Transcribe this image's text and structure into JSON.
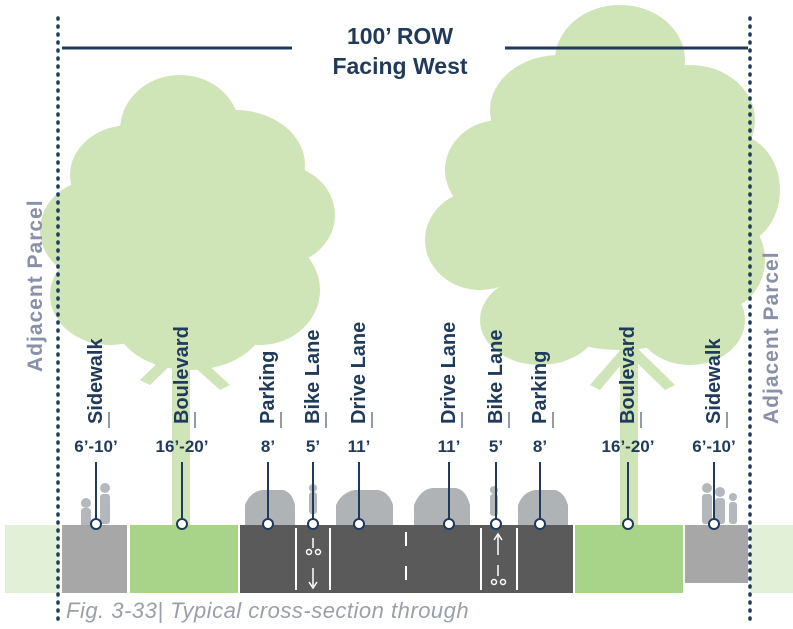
{
  "title_line1": "100’ ROW",
  "title_line2": "Facing West",
  "adjacent_left": "Adjacent Parcel",
  "adjacent_right": "Adjacent Parcel",
  "zones": [
    {
      "name": "Sidewalk",
      "width": "6’-10’"
    },
    {
      "name": "Boulevard",
      "width": "16’-20’"
    },
    {
      "name": "Parking",
      "width": "8’"
    },
    {
      "name": "Bike Lane",
      "width": "5’"
    },
    {
      "name": "Drive Lane",
      "width": "11’"
    },
    {
      "name": "Drive Lane",
      "width": "11’"
    },
    {
      "name": "Bike Lane",
      "width": "5’"
    },
    {
      "name": "Parking",
      "width": "8’"
    },
    {
      "name": "Boulevard",
      "width": "16’-20’"
    },
    {
      "name": "Sidewalk",
      "width": "6’-10’"
    }
  ],
  "caption": "Fig. 3-33| Typical cross-section through",
  "colors": {
    "navy": "#1f3a5a",
    "tree_green": "#cfe5b8",
    "grass": "#a8d48a",
    "sidewalk_gray": "#a7a7a7",
    "asphalt": "#5a5a5a",
    "faded_green": "#e3f0d8"
  }
}
